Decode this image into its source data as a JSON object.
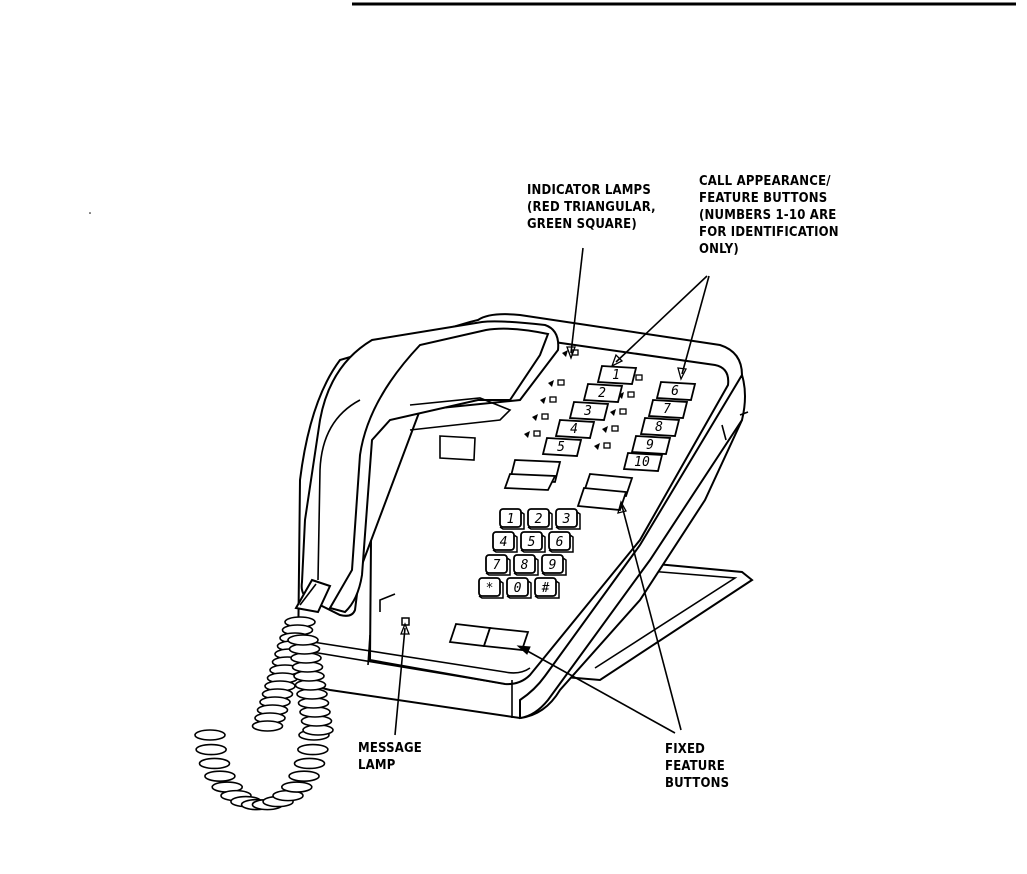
{
  "labels": {
    "indicator_lamps": [
      "INDICATOR LAMPS",
      "(RED TRIANGULAR,",
      "GREEN SQUARE)"
    ],
    "call_appearance": [
      "CALL APPEARANCE/",
      "FEATURE BUTTONS",
      "(NUMBERS 1-10 ARE",
      "FOR IDENTIFICATION",
      "ONLY)"
    ],
    "message_lamp": [
      "MESSAGE",
      "LAMP"
    ],
    "fixed_feature": [
      "FIXED",
      "FEATURE",
      "BUTTONS"
    ]
  },
  "call_buttons_left": [
    "1",
    "2",
    "3",
    "4",
    "5"
  ],
  "call_buttons_right": [
    "6",
    "7",
    "8",
    "9",
    "10"
  ],
  "dial_keys": [
    "1",
    "2",
    "3",
    "4",
    "5",
    "6",
    "7",
    "8",
    "9",
    "*",
    "0",
    "#"
  ]
}
